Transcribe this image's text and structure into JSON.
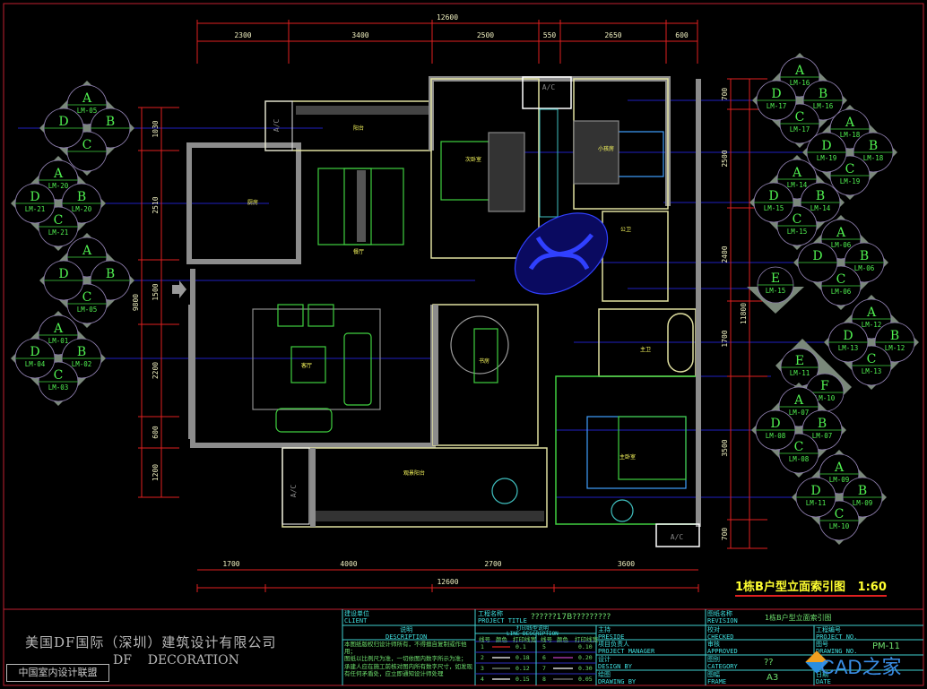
{
  "plan_title": "1栋B户型立面索引图   1:60",
  "dimensions": {
    "top_total": "12600",
    "top": [
      "2300",
      "3400",
      "2500",
      "550",
      "2650",
      "600"
    ],
    "bottom_total": "12600",
    "bottom": [
      "1700",
      "4000",
      "2700",
      "3600"
    ],
    "left_total": "9800",
    "left": [
      "1030",
      "2510",
      "1500",
      "2200",
      "600",
      "1200"
    ],
    "right_total": "11800",
    "right": [
      "700",
      "2500",
      "2400",
      "1700",
      "3500",
      "700"
    ]
  },
  "rooms": {
    "kitchen": "厨房",
    "dining": "餐厅",
    "living": "客厅",
    "study": "书房",
    "bedroom2": "次卧室",
    "bedroom3": "小孩房",
    "bath_public": "公卫",
    "bath_master": "主卫",
    "master": "主卧室",
    "balcony_top": "阳台",
    "balcony_bottom": "观景阳台",
    "ac": "A/C"
  },
  "index_symbols": [
    {
      "cells": [
        {
          "letter": "A",
          "ref": "LM-05"
        },
        {
          "letter": "B",
          "ref": ""
        },
        {
          "letter": "C",
          "ref": ""
        },
        {
          "letter": "D",
          "ref": ""
        }
      ]
    },
    {
      "cells": [
        {
          "letter": "A",
          "ref": "LM-20"
        },
        {
          "letter": "B",
          "ref": "LM-20"
        },
        {
          "letter": "C",
          "ref": "LM-21"
        },
        {
          "letter": "D",
          "ref": "LM-21"
        }
      ]
    },
    {
      "cells": [
        {
          "letter": "A",
          "ref": ""
        },
        {
          "letter": "B",
          "ref": ""
        },
        {
          "letter": "C",
          "ref": "LM-05"
        },
        {
          "letter": "D",
          "ref": ""
        }
      ]
    },
    {
      "cells": [
        {
          "letter": "A",
          "ref": "LM-01"
        },
        {
          "letter": "B",
          "ref": "LM-02"
        },
        {
          "letter": "C",
          "ref": "LM-03"
        },
        {
          "letter": "D",
          "ref": "LM-04"
        }
      ]
    },
    {
      "cells": [
        {
          "letter": "A",
          "ref": "LM-16"
        },
        {
          "letter": "B",
          "ref": "LM-16"
        },
        {
          "letter": "C",
          "ref": "LM-17"
        },
        {
          "letter": "D",
          "ref": "LM-17"
        }
      ]
    },
    {
      "cells": [
        {
          "letter": "A",
          "ref": "LM-18"
        },
        {
          "letter": "B",
          "ref": "LM-18"
        },
        {
          "letter": "C",
          "ref": "LM-19"
        },
        {
          "letter": "D",
          "ref": "LM-19"
        }
      ]
    },
    {
      "cells": [
        {
          "letter": "A",
          "ref": "LM-14"
        },
        {
          "letter": "B",
          "ref": "LM-14"
        },
        {
          "letter": "C",
          "ref": "LM-15"
        },
        {
          "letter": "D",
          "ref": "LM-15"
        }
      ]
    },
    {
      "cells": [
        {
          "letter": "A",
          "ref": "LM-06"
        },
        {
          "letter": "B",
          "ref": "LM-06"
        },
        {
          "letter": "C",
          "ref": "LM-06"
        },
        {
          "letter": "D",
          "ref": ""
        }
      ]
    },
    {
      "cells": [
        {
          "letter": "E",
          "ref": "LM-15"
        }
      ]
    },
    {
      "cells": [
        {
          "letter": "A",
          "ref": "LM-12"
        },
        {
          "letter": "B",
          "ref": "LM-12"
        },
        {
          "letter": "C",
          "ref": "LM-13"
        },
        {
          "letter": "D",
          "ref": "LM-13"
        }
      ]
    },
    {
      "cells": [
        {
          "letter": "E",
          "ref": "LM-11"
        },
        {
          "letter": "F",
          "ref": "LM-10"
        }
      ]
    },
    {
      "cells": [
        {
          "letter": "A",
          "ref": "LM-07"
        },
        {
          "letter": "B",
          "ref": "LM-07"
        },
        {
          "letter": "C",
          "ref": "LM-08"
        },
        {
          "letter": "D",
          "ref": "LM-08"
        }
      ]
    },
    {
      "cells": [
        {
          "letter": "A",
          "ref": "LM-09"
        },
        {
          "letter": "B",
          "ref": "LM-09"
        },
        {
          "letter": "C",
          "ref": "LM-10"
        },
        {
          "letter": "D",
          "ref": "LM-11"
        }
      ]
    }
  ],
  "title_block": {
    "company_cn": "美国DF国际（深圳）建筑设计有限公司",
    "company_en": "DF    DECORATION",
    "alliance": "中国室内设计联盟",
    "client_cn": "建设单位",
    "client_en": "CLIENT",
    "desc_cn": "说明",
    "desc_en": "DESCRIPTION",
    "desc_lines": [
      "本图纸版权归设计师所有，不得擅自复制或作他用；",
      "图纸以比例尺为准，一切依图内数字所示为准；",
      "承建人应在施工前核对图内所有数字尺寸，如发现有任何矛盾处，应立即通知设计师处理"
    ],
    "project_title_cn": "工程名称",
    "project_title_en": "PROJECT TITLE",
    "project_title_value": "??????17B?????????",
    "line_desc_cn": "打印线型说明",
    "line_desc_en": "LINE DESCRIPTION",
    "line_headers": [
      "线号",
      "颜色",
      "打印线宽",
      "线号",
      "颜色",
      "打印线宽"
    ],
    "line_rows": [
      {
        "n1": "1",
        "w1": "0.1",
        "c1": "#e02020",
        "n2": "5",
        "w2": "0.10",
        "c2": "#000000"
      },
      {
        "n1": "2",
        "w1": "0.18",
        "c1": "#ffffff",
        "n2": "6",
        "w2": "0.20",
        "c2": "#c040c0"
      },
      {
        "n1": "3",
        "w1": "0.12",
        "c1": "#809080",
        "n2": "7",
        "w2": "0.30",
        "c2": "#ffffff"
      },
      {
        "n1": "4",
        "w1": "0.15",
        "c1": "#ffffff",
        "n2": "8",
        "w2": "0.05",
        "c2": "#808080"
      }
    ],
    "preside_cn": "主持",
    "preside_en": "PRESIDE",
    "pm_cn": "项目负责人",
    "pm_en": "PROJECT MANAGER",
    "design_cn": "设计",
    "design_en": "DESIGN BY",
    "drawing_cn": "绘图",
    "drawing_en": "DRAWING BY",
    "revision_cn": "图纸名称",
    "revision_en": "REVISION",
    "revision_value": "1栋B户型立面索引图",
    "checked_cn": "校对",
    "checked_en": "CHECKED",
    "approved_cn": "审核",
    "approved_en": "APPROVED",
    "category_cn": "图别",
    "category_en": "CATEGORY",
    "category_value": "??",
    "frame_cn": "图幅",
    "frame_en": "FRAME",
    "frame_value": "A3",
    "project_no_cn": "工程编号",
    "project_no_en": "PROJECT NO.",
    "drawing_no_cn": "图号",
    "drawing_no_en": "DRAWING NO.",
    "drawing_no_value": "PM-11",
    "date_cn": "日期",
    "date_en": "DATE"
  },
  "watermark": "CAD之家",
  "colors": {
    "dimension": "#e02020",
    "wall": "#8c8c8c",
    "furniture": "#40d040",
    "axis": "#2020c0",
    "text": "#ffff40",
    "frame": "#c02030"
  }
}
